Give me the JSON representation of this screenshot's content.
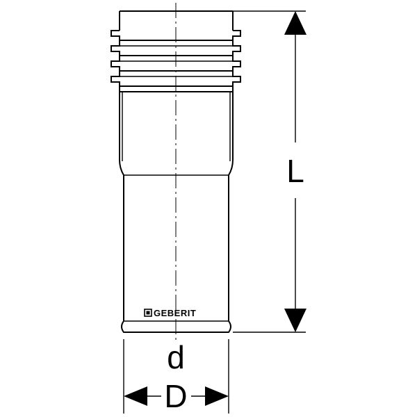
{
  "dimensions": {
    "length_label": "L",
    "inner_diameter_label": "d",
    "outer_diameter_label": "D"
  },
  "logo": {
    "text": "GEBERIT"
  }
}
